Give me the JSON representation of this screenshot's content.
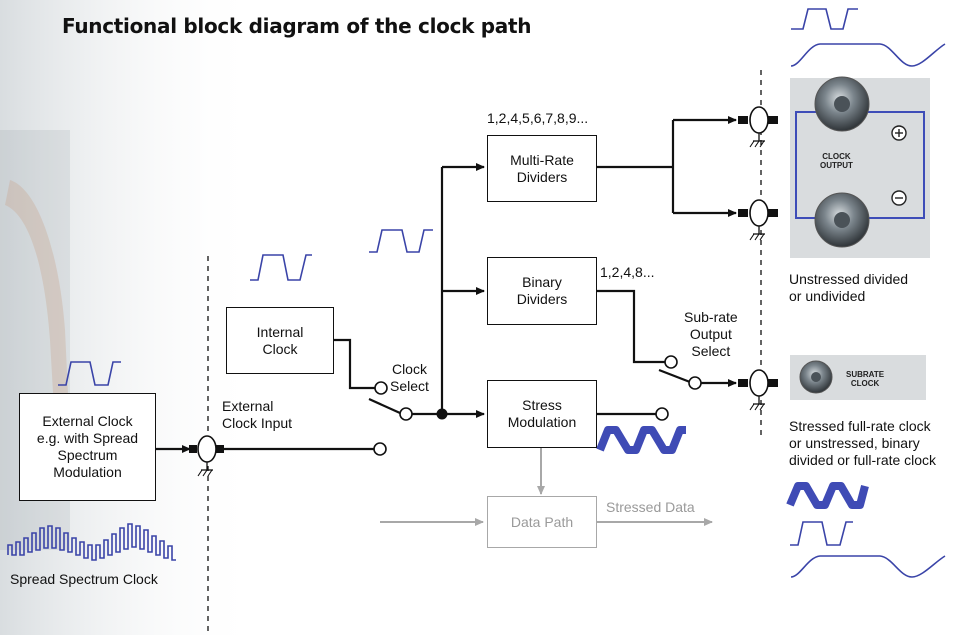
{
  "title": "Functional block diagram of the clock path",
  "blocks": {
    "external_clock": "External Clock\ne.g. with Spread\nSpectrum\nModulation",
    "internal_clock": "Internal\nClock",
    "multi_rate_dividers": "Multi-Rate\nDividers",
    "binary_dividers": "Binary\nDividers",
    "stress_modulation": "Stress\nModulation",
    "data_path": "Data Path"
  },
  "labels": {
    "external_clock_input": "External\nClock Input",
    "clock_select": "Clock\nSelect",
    "multi_rate_ratios": "1,2,4,5,6,7,8,9...",
    "binary_ratios": "1,2,4,8...",
    "subrate_output_select": "Sub-rate\nOutput\nSelect",
    "stressed_data": "Stressed Data",
    "spread_spectrum_clock": "Spread Spectrum Clock",
    "unstressed_output": "Unstressed divided\nor undivided",
    "stressed_output": "Stressed full-rate clock\nor unstressed, binary\ndivided or full-rate clock"
  },
  "panels": {
    "clock_output_label": "CLOCK\nOUTPUT",
    "subrate_clock_label": "SUBRATE\nCLOCK"
  },
  "colors": {
    "line": "#111111",
    "grey": "#a8a8a8",
    "waveform_blue": "#3a44a8",
    "waveform_fill": "#3f4bb5"
  }
}
